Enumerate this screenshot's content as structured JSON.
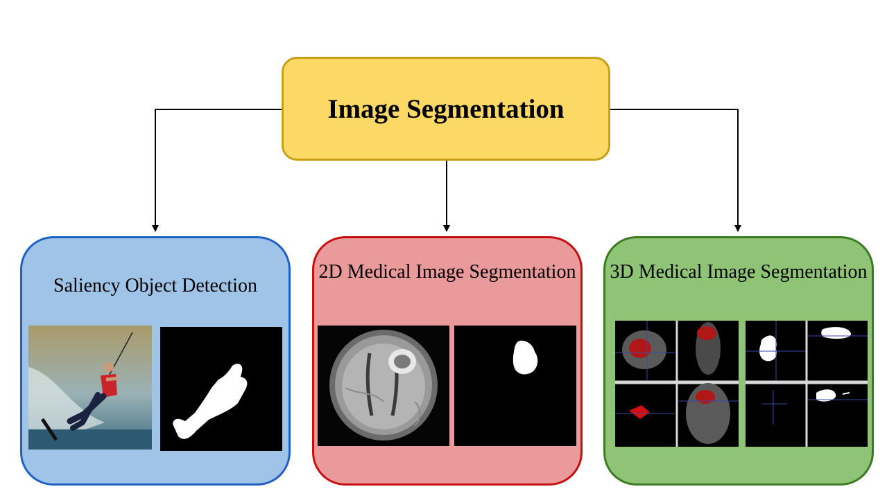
{
  "root": {
    "title": "Image Segmentation",
    "fill": "#fcd865",
    "border": "#c8a014"
  },
  "branches": [
    {
      "title": "Saliency Object Detection",
      "fill": "#a0c3e8",
      "border": "#1f5fc8",
      "images": [
        "water-skier-photo",
        "saliency-mask"
      ]
    },
    {
      "title": "2D Medical Image Segmentation",
      "fill": "#ea9a9a",
      "border": "#c80f0f",
      "images": [
        "brain-mri-scan",
        "tumor-mask"
      ]
    },
    {
      "title": "3D Medical Image Segmentation",
      "fill": "#8fc477",
      "border": "#3a7a20",
      "images": [
        "ct-multiplanar-views",
        "3d-segmentation-mask-views"
      ]
    }
  ]
}
